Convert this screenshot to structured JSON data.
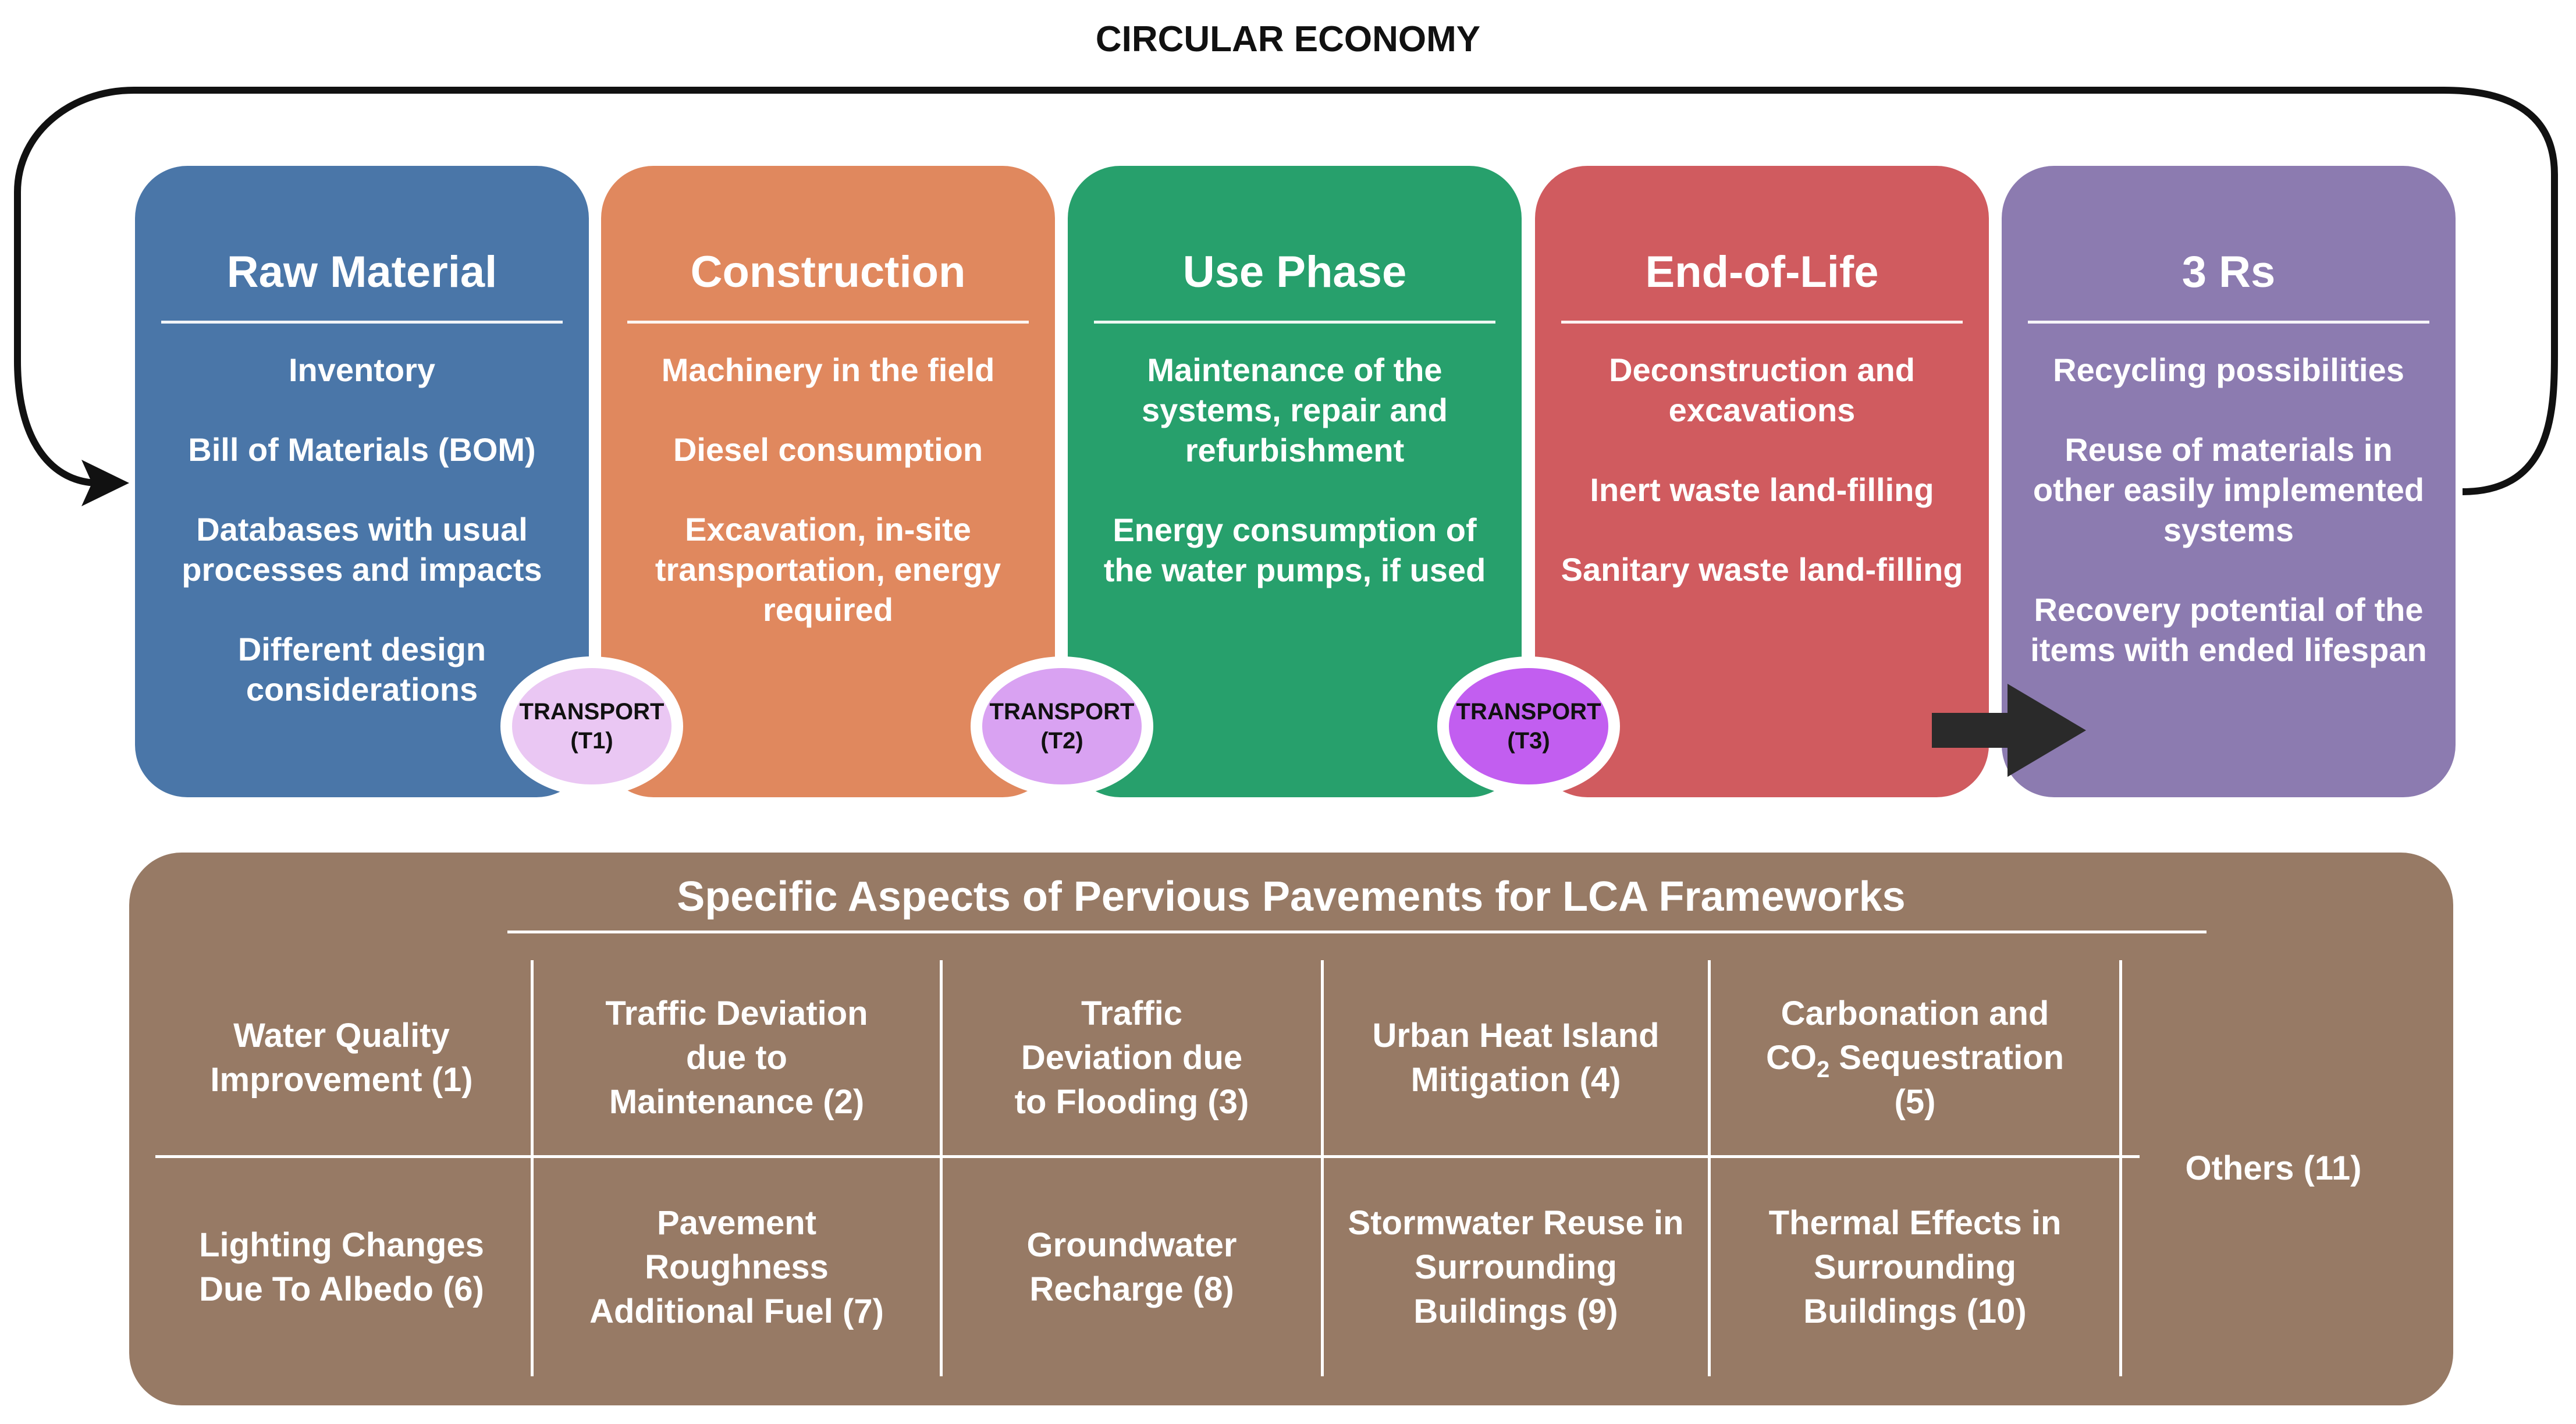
{
  "title": "CIRCULAR ECONOMY",
  "phases": [
    {
      "title": "Raw Material",
      "color": "#4a76a8",
      "items": [
        "Inventory",
        "Bill of Materials (BOM)",
        "Databases with usual processes and impacts",
        "Different design considerations"
      ]
    },
    {
      "title": "Construction",
      "color": "#e0885e",
      "items": [
        "Machinery in the field",
        "Diesel consumption",
        "Excavation, in-site transportation, energy required"
      ]
    },
    {
      "title": "Use Phase",
      "color": "#27a06c",
      "items": [
        "Maintenance of the systems, repair and refurbishment",
        "Energy consumption of the water pumps, if used"
      ]
    },
    {
      "title": "End-of-Life",
      "color": "#d05b5f",
      "items": [
        "Deconstruction and excavations",
        "Inert waste land-filling",
        "Sanitary waste land-filling"
      ]
    },
    {
      "title": "3 Rs",
      "color": "#8c7bb0",
      "items": [
        "Recycling possibilities",
        "Reuse of materials in other easily implemented systems",
        "Recovery potential of the items with ended lifespan"
      ]
    }
  ],
  "transports": [
    {
      "label": "TRANSPORT",
      "code": "(T1)",
      "color": "#eac7f3"
    },
    {
      "label": "TRANSPORT",
      "code": "(T2)",
      "color": "#d9a2f2"
    },
    {
      "label": "TRANSPORT",
      "code": "(T3)",
      "color": "#c25ef0"
    }
  ],
  "aspects": {
    "title": "Specific Aspects of Pervious Pavements for LCA Frameworks",
    "background": "#977a65",
    "cells": [
      "Water Quality Improvement (1)",
      "Traffic Deviation due to Maintenance (2)",
      "Traffic Deviation due to Flooding (3)",
      "Urban Heat Island Mitigation (4)",
      "Carbonation and CO2 Sequestration (5)",
      "Lighting Changes Due To Albedo (6)",
      "Pavement Roughness Additional Fuel (7)",
      "Groundwater Recharge (8)",
      "Stormwater Reuse in Surrounding Buildings (9)",
      "Thermal Effects in Surrounding Buildings (10)",
      "Others (11)"
    ],
    "cell5_parts": {
      "before": "Carbonation and\nCO",
      "sub": "2",
      "after": " Sequestration\n(5)"
    }
  }
}
